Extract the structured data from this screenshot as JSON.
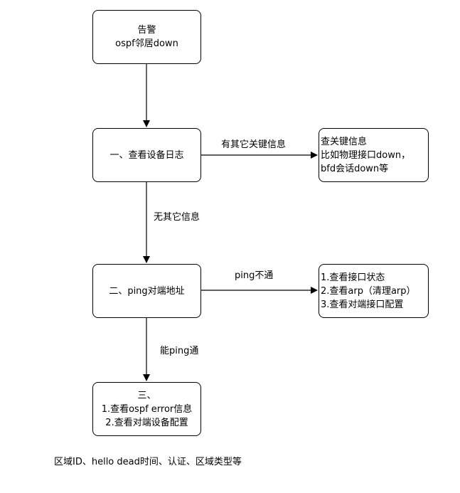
{
  "nodes": {
    "alarm": {
      "lines": [
        "告警",
        "ospf邻居down"
      ]
    },
    "step1": {
      "lines": [
        "一、查看设备日志"
      ]
    },
    "key_info": {
      "lines": [
        "查关键信息",
        "比如物理接口down，",
        "bfd会话down等"
      ]
    },
    "step2": {
      "lines": [
        "二、ping对端地址"
      ]
    },
    "ping_fail": {
      "lines": [
        "1.查看接口状态",
        "2.查看arp（清理arp）",
        "3.查看对端接口配置"
      ]
    },
    "step3": {
      "lines": [
        "三、",
        "1.查看ospf error信息",
        "2.查看对端设备配置"
      ]
    }
  },
  "edges": {
    "step1_to_key_info": "有其它关键信息",
    "step1_to_step2": "无其它信息",
    "step2_to_ping_fail": "ping不通",
    "step2_to_step3": "能ping通"
  },
  "note": "区域ID、hello dead时间、认证、区域类型等",
  "colors": {
    "stroke": "#000000",
    "fill": "#ffffff"
  }
}
